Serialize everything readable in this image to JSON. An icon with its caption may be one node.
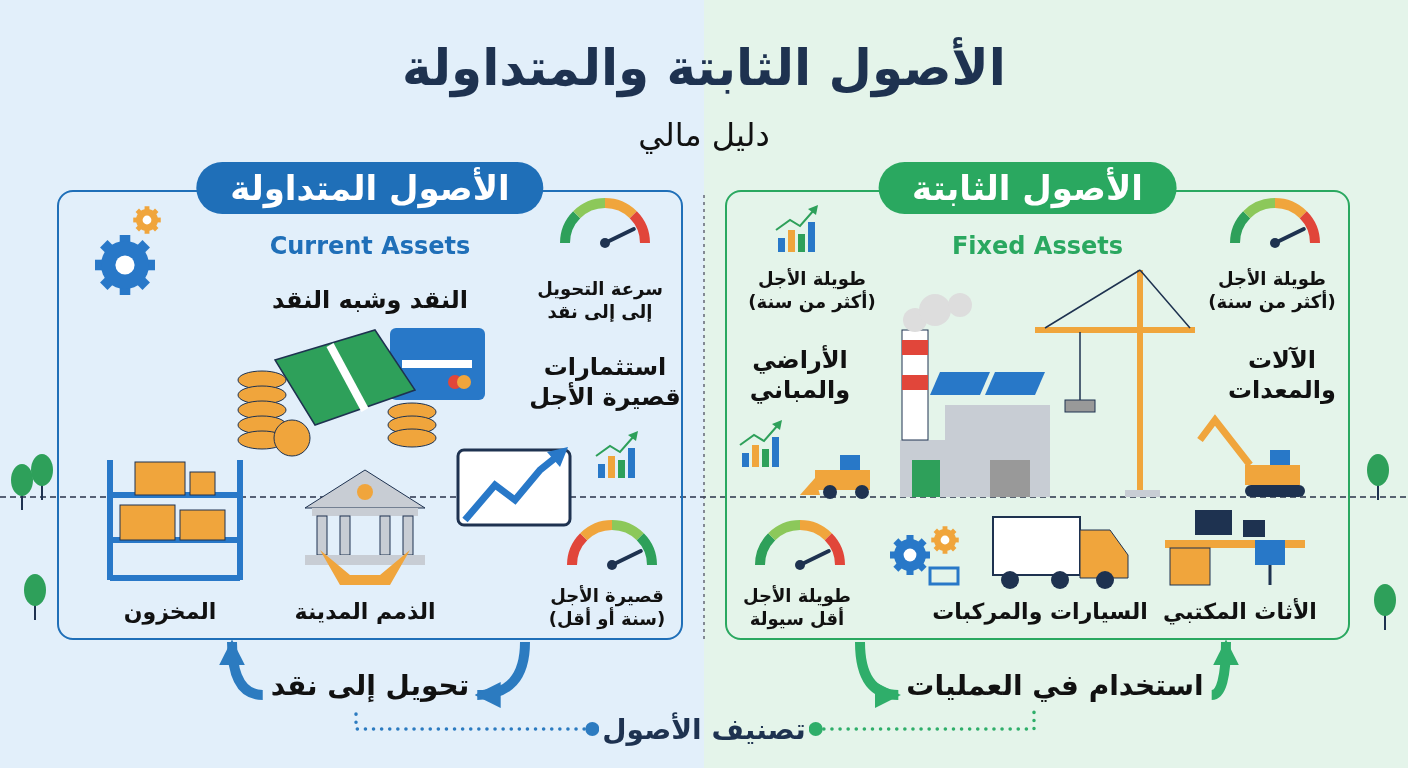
{
  "diagram": {
    "title": "الأصول الثابتة والمتداولة",
    "nodes": [
      {
        "text": [
          "الأصول المتداولة",
          "Current Assets"
        ]
      },
      {
        "text": [
          "الأصول الثابتة",
          "Fixed Assets"
        ]
      },
      {
        "text": [
          "تحويل إلى نقد"
        ]
      },
      {
        "text": [
          "استخدام في العمليات"
        ]
      },
      {
        "text": [
          "تصنيف الأصول"
        ]
      }
    ],
    "edges": [
      {
        "from": 0,
        "to": 2,
        "arrow": "to",
        "color": "#2c7bc0"
      },
      {
        "from": 2,
        "to": 0,
        "arrow": "to",
        "color": "#2c7bc0"
      },
      {
        "from": 1,
        "to": 3,
        "arrow": "to",
        "color": "#2fae6a"
      },
      {
        "from": 3,
        "to": 1,
        "arrow": "to",
        "color": "#2fae6a"
      },
      {
        "from": 4,
        "to": 2,
        "arrow": "other",
        "style": "dashed",
        "color": "#2c7bc0"
      },
      {
        "from": 4,
        "to": 3,
        "arrow": "other",
        "style": "dashed",
        "color": "#2fae6a"
      }
    ],
    "labels": [
      "دليل مالي",
      "النقد وشبه النقد",
      "سرعة التحويل إلى إلى نقد",
      "طويلة الأجل (أكثر من سنة)",
      "طويلة الأجل (أكثر من سنة)",
      "استثمارات قصيرة الأجل",
      "الأراضي والمباني",
      "الآلات والمعدات",
      "المخزون",
      "الذمم المدينة",
      "قصيرة الأجل (سنة أو أقل)",
      "طويلة الأجل أقل سيولة",
      "السيارات والمركبات",
      "الأثاث المكتبي"
    ]
  }
}
